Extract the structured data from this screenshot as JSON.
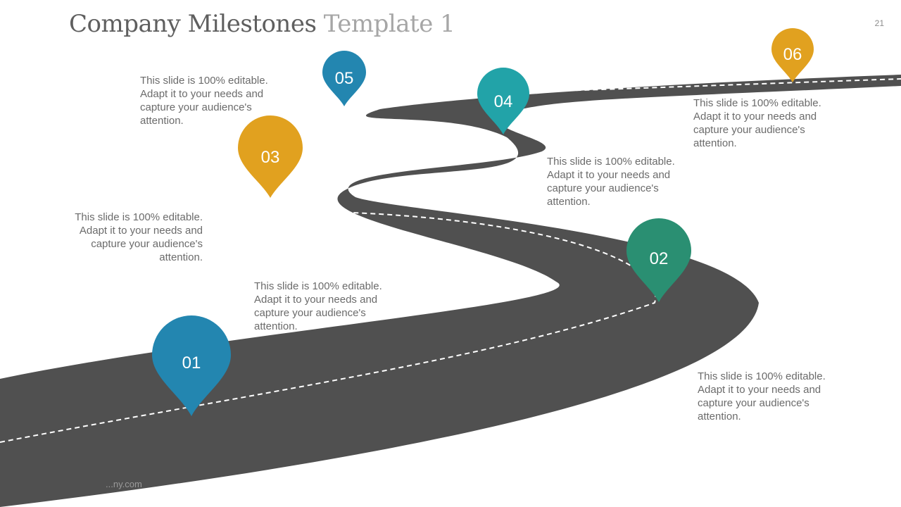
{
  "slide": {
    "title": "Company Milestones",
    "subtitle": "Template 1",
    "page_number": "21",
    "footer_text": "...ny.com"
  },
  "colors": {
    "road": "#505050",
    "dash": "#ffffff",
    "blue": "#2386b0",
    "green": "#2a8f72",
    "orange": "#e1a11f",
    "teal": "#22a3a8"
  },
  "milestones": [
    {
      "number": "01",
      "color": "#2386b0",
      "text": "This slide is 100% editable. Adapt it to your needs and capture your audience's attention."
    },
    {
      "number": "02",
      "color": "#2a8f72",
      "text": "This slide is 100% editable. Adapt it to your needs and capture your audience's attention."
    },
    {
      "number": "03",
      "color": "#e1a11f",
      "text": "This slide is 100% editable. Adapt it to your needs and capture your audience's attention."
    },
    {
      "number": "04",
      "color": "#22a3a8",
      "text": "This slide is 100% editable. Adapt it to your needs and capture your audience's attention."
    },
    {
      "number": "05",
      "color": "#2386b0",
      "text": "This slide is 100% editable. Adapt it to your needs and capture your audience's attention."
    },
    {
      "number": "06",
      "color": "#e1a11f",
      "text": "This slide is 100% editable. Adapt it to your needs and capture your audience's attention."
    }
  ]
}
